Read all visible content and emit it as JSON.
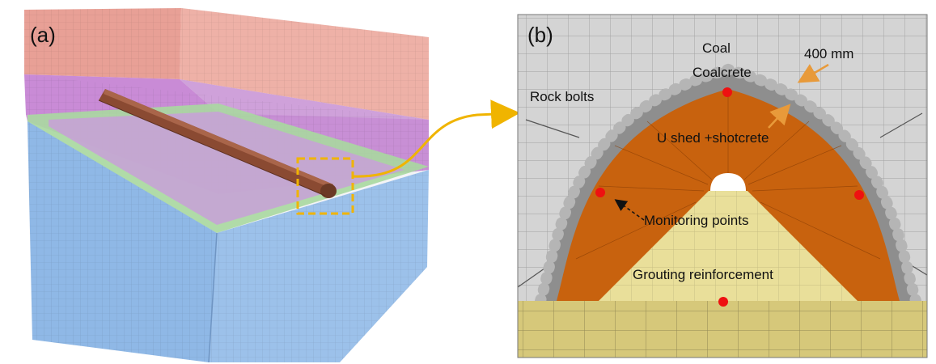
{
  "panels": {
    "a": {
      "label": "(a)"
    },
    "b": {
      "label": "(b)"
    }
  },
  "annotations": {
    "coal": "Coal",
    "coalcrete": "Coalcrete",
    "thickness": "400 mm",
    "rock_bolts": "Rock bolts",
    "u_shed": "U shed +shotcrete",
    "monitoring": "Monitoring points",
    "grouting": "Grouting reinforcement"
  },
  "colors": {
    "top_layer": "#e8a096",
    "middle_layer": "#c98bd6",
    "bottom_layer": "#8fb8e6",
    "interface": "#a8d8a0",
    "tunnel": "#8a4a32",
    "highlight_box": "#f0b400",
    "coal_mesh": "#d4d4d4",
    "shed": "#c8620e",
    "coalcrete": "#8e8e8e",
    "grout": "#e9df9a",
    "floor": "#d6c87a",
    "monitor_point": "#ee1111"
  }
}
